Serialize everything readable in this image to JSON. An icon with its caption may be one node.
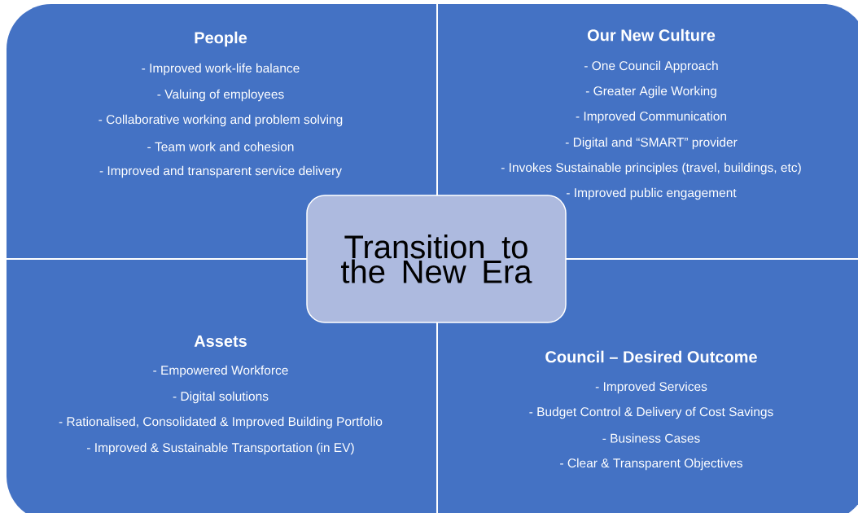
{
  "diagram": {
    "nodes": [
      {
        "text": [
          "People",
          "- Improved work-life balance",
          "- Valuing of employees",
          "- Collaborative working and problem solving",
          "- Team work and cohesion",
          "- Improved and transparent service delivery"
        ]
      },
      {
        "text": [
          "Our New Culture",
          "- One Council Approach",
          "- Greater Agile Working",
          "- Improved Communication",
          "- Digital and “SMART” provider",
          "- Invokes Sustainable principles (travel, buildings, etc)",
          "- Improved public engagement"
        ]
      },
      {
        "text": [
          "Transition to the New Era"
        ]
      },
      {
        "text": [
          "Assets",
          "- Empowered Workforce",
          "- Digital solutions",
          "- Rationalised, Consolidated & Improved Building Portfolio",
          "- Improved & Sustainable Transportation (in EV)"
        ]
      },
      {
        "text": [
          "Council – Desired Outcome",
          "- Improved Services",
          "- Budget Control & Delivery of Cost Savings",
          "- Business Cases",
          "- Clear & Transparent Objectives"
        ]
      }
    ]
  }
}
